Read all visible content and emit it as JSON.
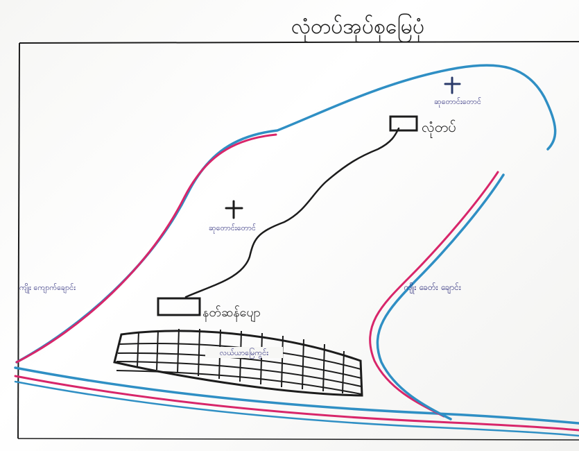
{
  "map": {
    "title": "လုံတပ်အုပ်စုမြေပုံ",
    "colors": {
      "paper": "#f7f7f5",
      "ink": "#1c1c1c",
      "border_blue": "#2f8fc4",
      "border_red": "#d8266a",
      "label_ink": "#2a2a7a"
    },
    "places": {
      "church_top": "ဆုတောင်းတောင်",
      "village_top": "လုံတပ်",
      "church_middle": "ဆုတောင်းတောင်",
      "village_bottom": "နတ်ဆန်ပျော",
      "field": "လယ်ယာမြေကွင်း"
    },
    "boundaries": {
      "left": "ကျိုး ကျောက်ချောင်း",
      "right": "ကျိုး ခေတ်း ချောင်း"
    },
    "icons": {
      "church_symbol": "cross-icon",
      "village_symbol": "house-box-icon",
      "field_symbol": "brick-pattern-icon"
    }
  }
}
